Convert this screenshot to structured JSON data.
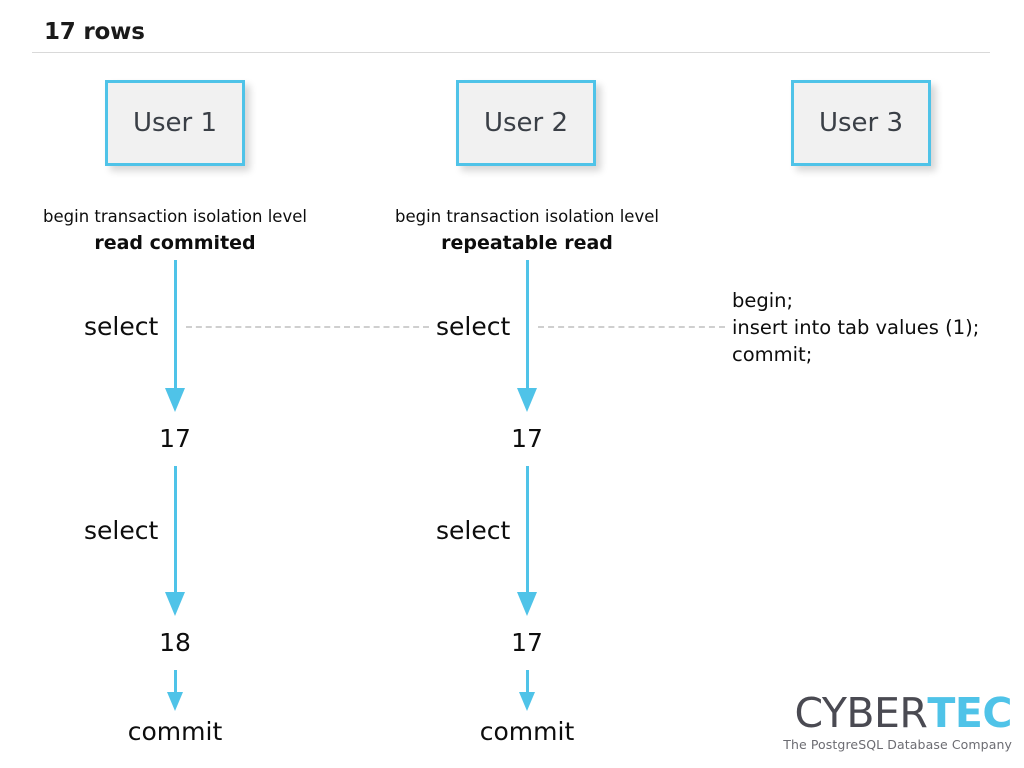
{
  "slide": {
    "title": "17 rows"
  },
  "actors": [
    {
      "id": "user1",
      "label": "User 1"
    },
    {
      "id": "user2",
      "label": "User 2"
    },
    {
      "id": "user3",
      "label": "User 3"
    }
  ],
  "user1": {
    "isolation_prefix": "begin transaction isolation level",
    "isolation_level": "read commited",
    "step_select_1": "select",
    "result_1": "17",
    "step_select_2": "select",
    "result_2": "18",
    "step_commit": "commit"
  },
  "user2": {
    "isolation_prefix": "begin transaction isolation level",
    "isolation_level": "repeatable read",
    "step_select_1": "select",
    "result_1": "17",
    "step_select_2": "select",
    "result_2": "17",
    "step_commit": "commit"
  },
  "user3": {
    "sql_line_1": "begin;",
    "sql_line_2": "insert into tab values (1);",
    "sql_line_3": "commit;"
  },
  "logo": {
    "word_dark": "CYBER",
    "word_accent": "TEC",
    "tagline": "The PostgreSQL Database Company"
  },
  "colors": {
    "accent": "#4FC3E8",
    "box_fill": "#f1f1f1",
    "text": "#0d0d0d",
    "rule": "#d9d9d9",
    "dash": "#cfcfcf",
    "logo_dark": "#4a4a52"
  }
}
